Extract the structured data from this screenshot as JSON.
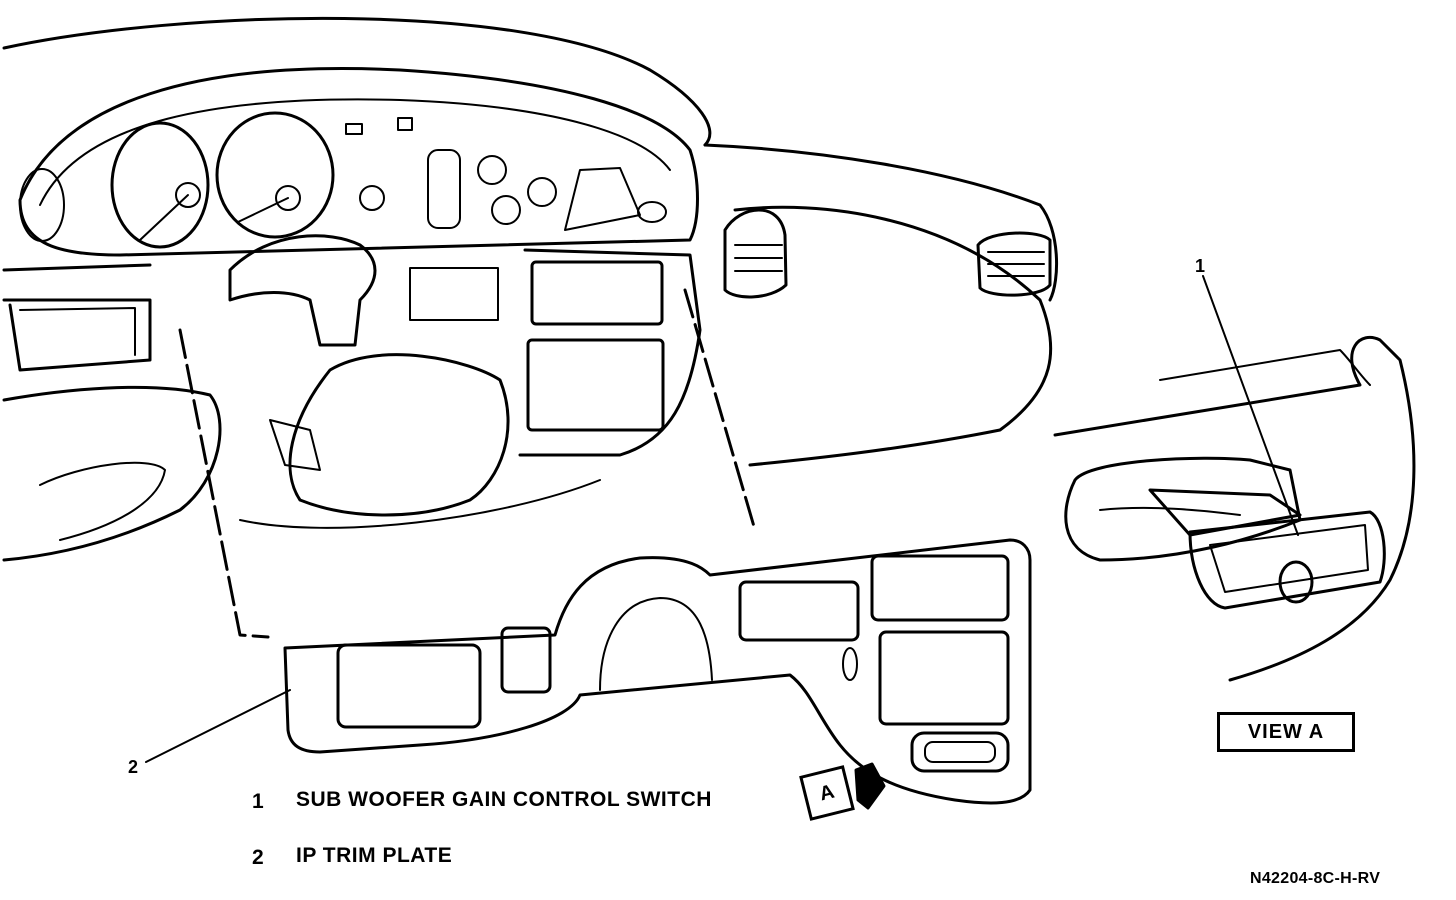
{
  "callouts": {
    "one": "1",
    "two": "2"
  },
  "legend": [
    {
      "num": "1",
      "text": "SUB WOOFER GAIN CONTROL SWITCH"
    },
    {
      "num": "2",
      "text": "IP TRIM PLATE"
    }
  ],
  "view_label": "VIEW A",
  "view_marker": "A",
  "figure_code": "N42204-8C-H-RV"
}
